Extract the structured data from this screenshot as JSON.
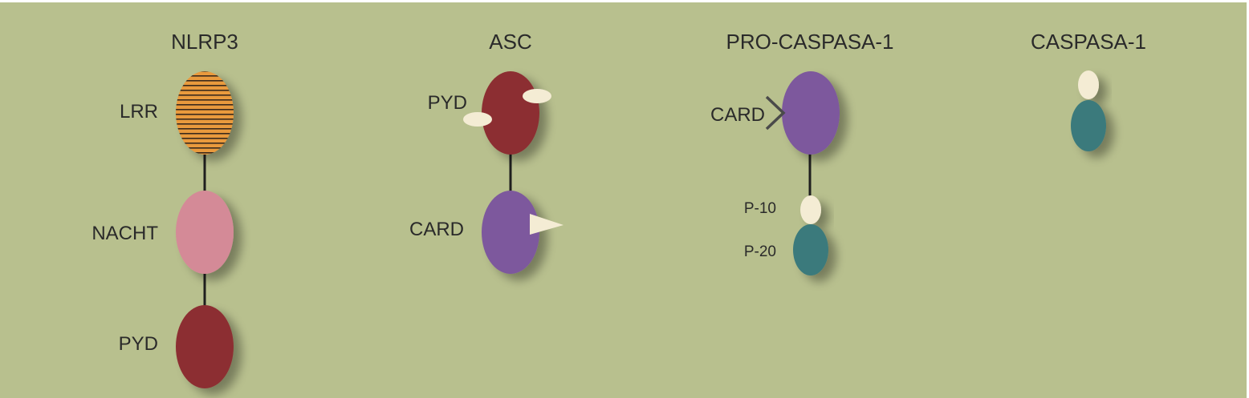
{
  "colors": {
    "background": "#b8c08e",
    "frame": "#ffffff",
    "lrr_orange": "#e99a3d",
    "stripe": "#3a2a1c",
    "nacht_pink": "#d48a97",
    "pyd_red": "#8c2f31",
    "card_purple": "#7d589d",
    "cream": "#f4ecd4",
    "teal": "#3a7a7c",
    "linker": "#1f1f1f",
    "chevron": "#4a4a4a"
  },
  "columns": {
    "nlrp3": {
      "title": "NLRP3",
      "labels": {
        "lrr": "LRR",
        "nacht": "NACHT",
        "pyd": "PYD"
      }
    },
    "asc": {
      "title": "ASC",
      "labels": {
        "pyd": "PYD",
        "card": "CARD"
      }
    },
    "pro_caspase": {
      "title": "PRO-CASPASA-1",
      "labels": {
        "card": "CARD",
        "p10": "P-10",
        "p20": "P-20"
      }
    },
    "caspase": {
      "title": "CASPASA-1"
    }
  }
}
